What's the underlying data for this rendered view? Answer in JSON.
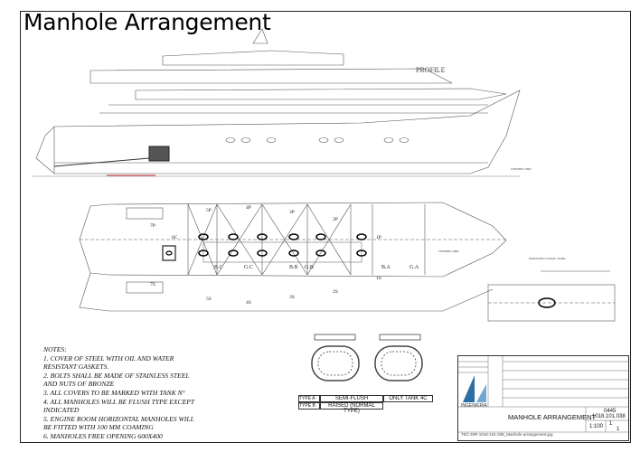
{
  "title": "Manhole Arrangement",
  "profile_label": "PROFILE",
  "center_line_label": "CENTER LINE",
  "nonstructural_tank_label": "NONSTRUCTURAL TANK",
  "tank_labels": [
    "B.C",
    "G.C",
    "B.B",
    "G.B",
    "B.A",
    "G.A",
    "1P",
    "2P",
    "3P",
    "4P",
    "5P",
    "6C",
    "7P",
    "7S",
    "1S",
    "2S",
    "3S",
    "4S",
    "5S"
  ],
  "notes": {
    "heading": "NOTES:",
    "lines": [
      "1. COVER OF STEEL WITH OIL AND WATER",
      "RESISTANT GASKETS.",
      "2. BOLTS SHALL BE MADE OF STAINLESS STEEL",
      "AND NUTS OF BRONZE",
      "3. ALL COVERS TO BE MARKED WITH TANK N°",
      "4. ALL MANHOLES WILL BE FLUSH TYPE EXCEPT",
      "INDICATED",
      "5. ENGINE ROOM HORIZONTAL MANHOLES WILL",
      "BE FITTED WITH 100 MM COAMING",
      "6. MANHOLES FREE OPENING 600X400"
    ]
  },
  "types": [
    {
      "code": "TYPE A",
      "desc": "SEMI-FLUSH",
      "note": "ONLY TANK 4C"
    },
    {
      "code": "TYPE B",
      "desc": "RAISED (NORMAL TYPE)",
      "note": ""
    }
  ],
  "title_block": {
    "drawing_title": "MANHOLE ARRANGEMENT",
    "project": "0445",
    "drawing_no": "1018.101.038",
    "scale": "1:100",
    "sheet": "1",
    "sheets": "1",
    "company": "INGENIERIA",
    "file_path": "TEC-DIR-1018-101-038_Manhole arrangement.jpg"
  }
}
